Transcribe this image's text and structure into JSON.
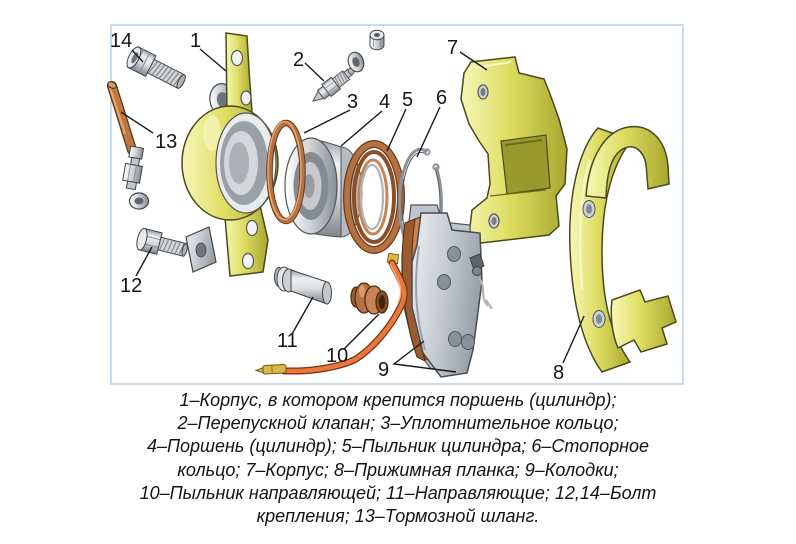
{
  "diagram": {
    "labels": {
      "p1": "1",
      "p2": "2",
      "p3": "3",
      "p4": "4",
      "p5": "5",
      "p6": "6",
      "p7": "7",
      "p8": "8",
      "p9": "9",
      "p10": "10",
      "p11": "11",
      "p12": "12",
      "p13": "13",
      "p14": "14"
    }
  },
  "caption": {
    "lines": [
      "1–Корпус, в котором крепится поршень (цилиндр);",
      "2–Перепускной клапан; 3–Уплотнительное кольцо;",
      "4–Поршень (цилиндр); 5–Пыльник цилиндра; 6–Стопорное",
      "кольцо; 7–Корпус; 8–Прижимная планка; 9–Колодки;",
      "10–Пыльник направляющей; 11–Направляющие; 12,14–Болт",
      "крепления; 13–Тормозной шланг."
    ]
  },
  "colors": {
    "body_yellow": "#d9d952",
    "copper": "#b5713f",
    "hose_orange": "#e8793a",
    "steel": "#c6cacf",
    "frame_blue": "#b9cfe6",
    "label_text": "#161616"
  }
}
